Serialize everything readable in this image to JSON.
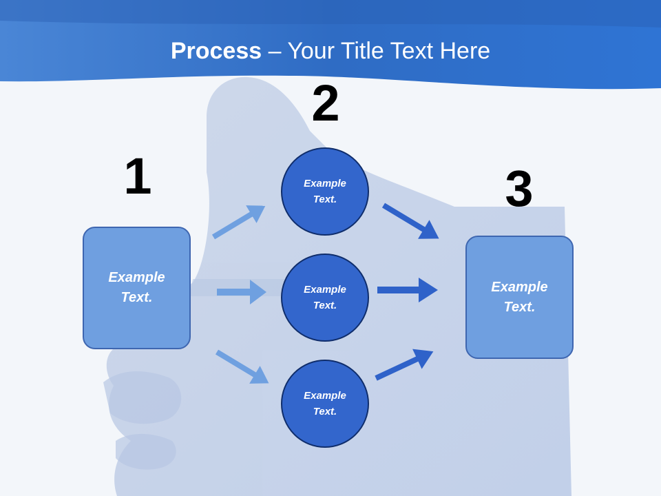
{
  "title": {
    "bold": "Process",
    "rest": " – Your Title Text Here"
  },
  "colors": {
    "header_blue": "#2f6fc8",
    "box_fill": "#6f9fe0",
    "circle_fill": "#3366cc",
    "light_arrow": "#6fa0e0",
    "dark_arrow": "#2f62c9"
  },
  "steps": [
    {
      "number": "1",
      "text": "Example Text."
    },
    {
      "number": "2",
      "circles": [
        "Example Text.",
        "Example Text.",
        "Example Text."
      ]
    },
    {
      "number": "3",
      "text": "Example Text."
    }
  ],
  "background_image": "thumbs-up-icon"
}
